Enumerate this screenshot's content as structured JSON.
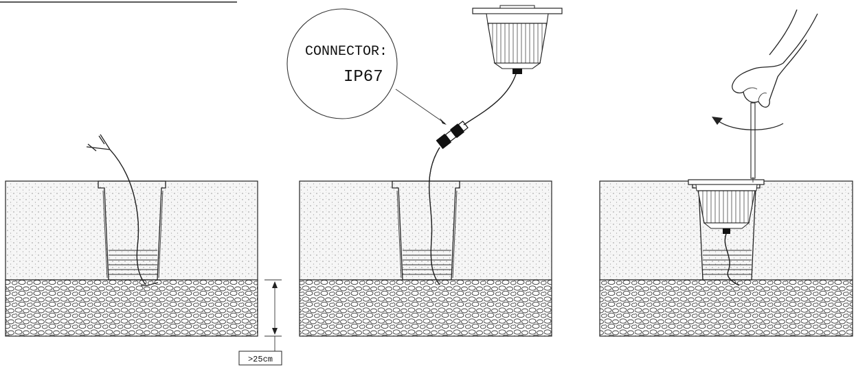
{
  "callout": {
    "line1": "CONNECTOR:",
    "line2": "IP67"
  },
  "dimension": {
    "label": ">25cm"
  },
  "colors": {
    "ink": "#222222",
    "soil": "#f3f3f3",
    "gravel": "#ffffff"
  },
  "steps": [
    {
      "name": "step-1-sleeve-with-cable"
    },
    {
      "name": "step-2-connect-fixture"
    },
    {
      "name": "step-3-insert-and-screw"
    }
  ]
}
